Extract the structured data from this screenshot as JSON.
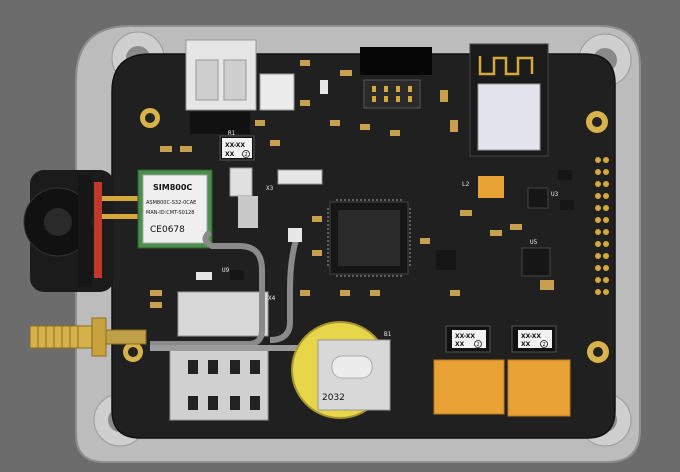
{
  "module": {
    "line1": "SIM800C",
    "line2": "ASM800C-S32-0CAE",
    "line3": "MAN-ID:CMT-S0128",
    "ce_mark": "CE0678"
  },
  "labels": {
    "x3": "X3",
    "x4": "X4",
    "u9": "U9",
    "u5": "U5",
    "u3": "U3",
    "b1": "B1",
    "l2": "L2",
    "r1": "R1"
  },
  "chips": {
    "left_line1": "XX-XX",
    "left_line2": "XX",
    "left_circle": "2",
    "right1_line1": "XX-XX",
    "right1_line2": "XX",
    "right1_circle": "2",
    "right2_line1": "XX-XX",
    "right2_line2": "XX",
    "right2_circle": "2"
  },
  "battery": {
    "label": "2032"
  },
  "colors": {
    "pcb": "#202020",
    "enclosure": "#bdbdbd",
    "gold": "#d4a83a",
    "orange": "#e8a134",
    "silk": "#e8e8e8",
    "module_green": "#4a8f4a"
  }
}
